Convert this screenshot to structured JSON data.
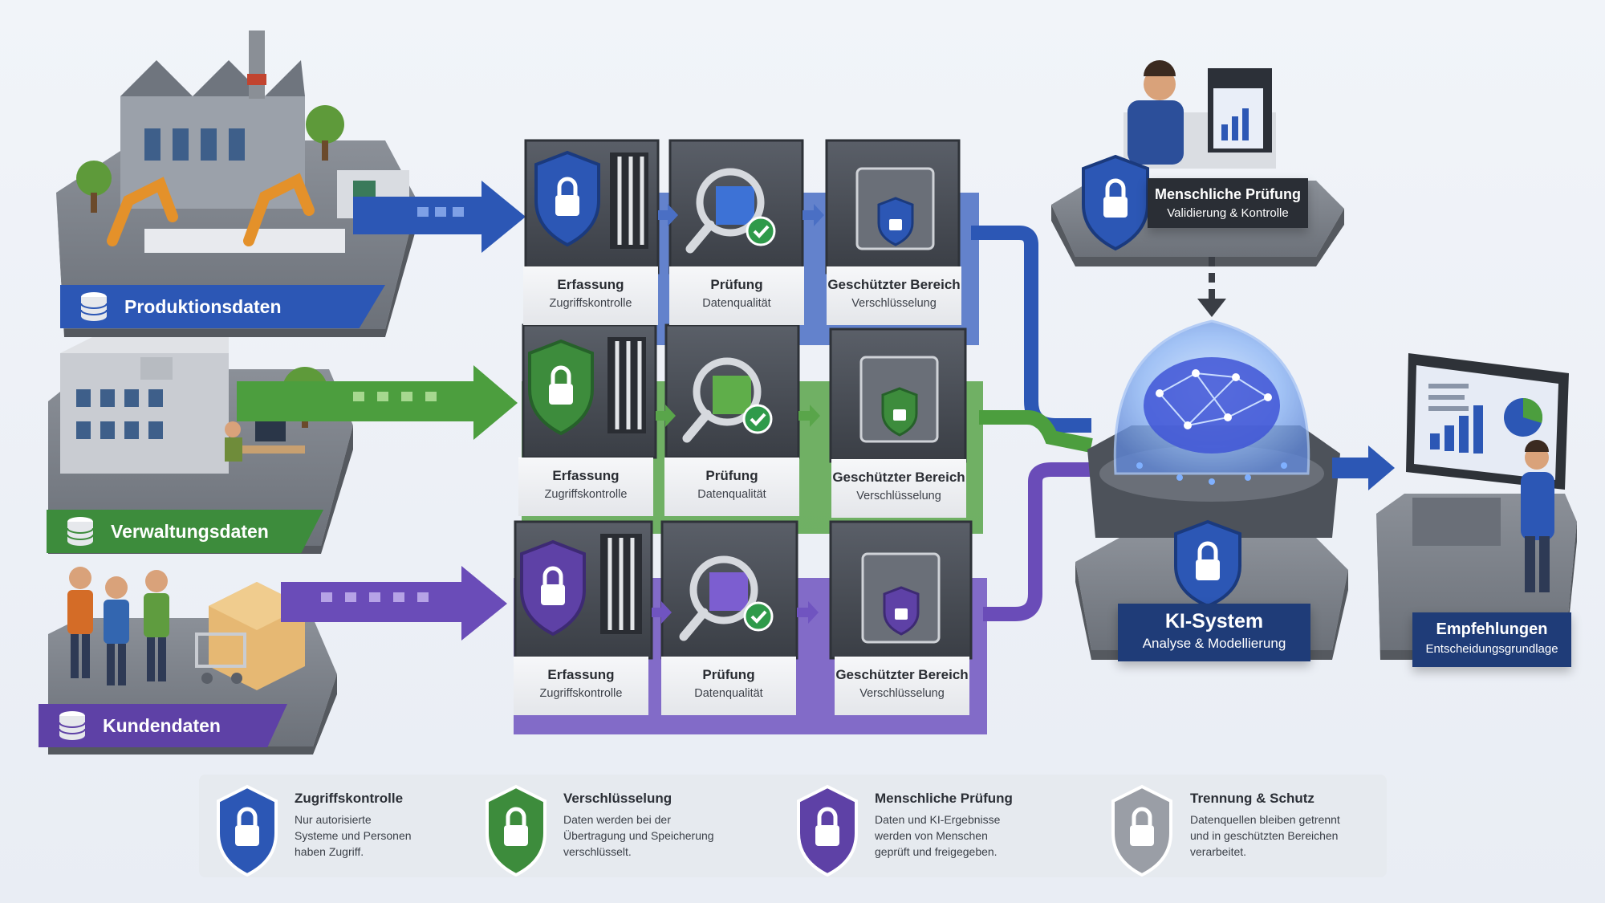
{
  "sources": [
    {
      "label": "Produktionsdaten",
      "color": "#2c57b5",
      "dark": "#1d3f8c"
    },
    {
      "label": "Verwaltungsdaten",
      "color": "#3d8c3c",
      "dark": "#2c6b2d"
    },
    {
      "label": "Kundendaten",
      "color": "#5e41a6",
      "dark": "#43307c"
    }
  ],
  "stages": [
    {
      "title": "Erfassung",
      "subtitle": "Zugriffskontrolle"
    },
    {
      "title": "Prüfung",
      "subtitle": "Datenqualität"
    },
    {
      "title": "Geschützter Bereich",
      "subtitle": "Verschlüsselung"
    }
  ],
  "human_review": {
    "title": "Menschliche Prüfung",
    "subtitle": "Validierung & Kontrolle"
  },
  "ai_system": {
    "title": "KI-System",
    "subtitle": "Analyse & Modellierung"
  },
  "recommendations": {
    "title": "Empfehlungen",
    "subtitle": "Entscheidungsgrundlage"
  },
  "legend": [
    {
      "title": "Zugriffskontrolle",
      "description": "Nur autorisierte\nSysteme und Personen\nhaben Zugriff.",
      "color": "#2c57b5"
    },
    {
      "title": "Verschlüsselung",
      "description": "Daten werden bei der\nÜbertragung und Speicherung\nverschlüsselt.",
      "color": "#3d8c3c"
    },
    {
      "title": "Menschliche Prüfung",
      "description": "Daten und KI-Ergebnisse\nwerden von Menschen\ngeprüft und freigegeben.",
      "color": "#5e41a6"
    },
    {
      "title": "Trennung & Schutz",
      "description": "Datenquellen bleiben getrennt\nund in geschützten Bereichen\nverarbeitet.",
      "color": "#9a9ea6"
    }
  ]
}
